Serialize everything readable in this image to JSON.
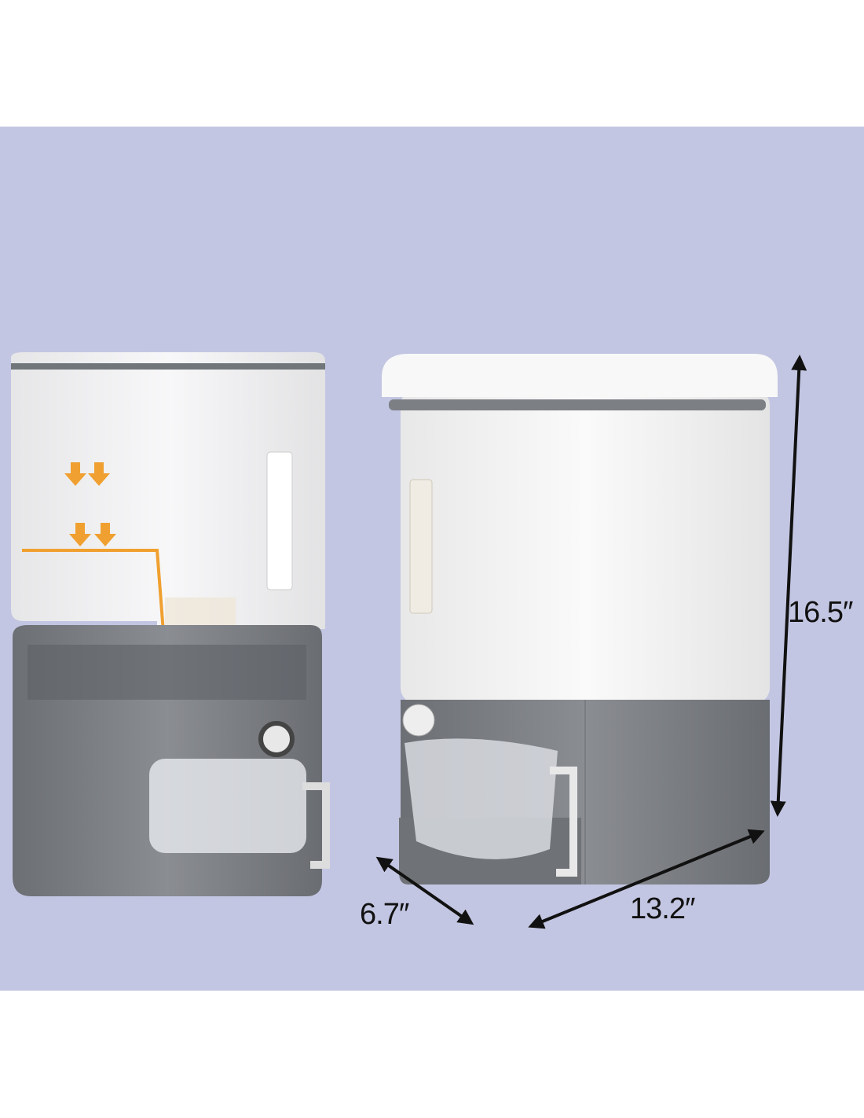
{
  "dimensions": {
    "height": "16.5″",
    "width": "13.2″",
    "depth": "6.7″"
  },
  "colors": {
    "background": "#c3c6e2",
    "body_gray": "#7c7f84",
    "lid_white": "#f7f7f7",
    "arrow_orange": "#f0a030"
  }
}
